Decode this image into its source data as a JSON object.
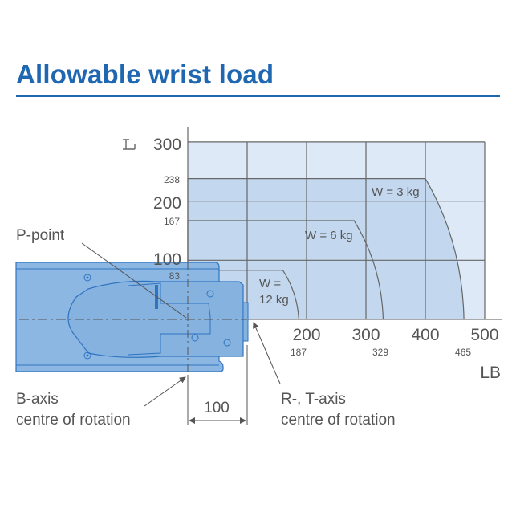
{
  "title": "Allowable wrist load",
  "axes": {
    "y_label": "LT",
    "x_label": "LB",
    "y_ticks": [
      "100",
      "200",
      "300"
    ],
    "x_ticks": [
      "200",
      "300",
      "400",
      "500"
    ],
    "y_limit_labels": [
      "83",
      "167",
      "238"
    ],
    "x_limit_labels": [
      "187",
      "329",
      "465"
    ]
  },
  "regions": [
    {
      "label": "W = 3 kg",
      "lt_max": 238,
      "lb_max": 465
    },
    {
      "label": "W = 6 kg",
      "lt_max": 167,
      "lb_max": 329
    },
    {
      "label_line1": "W =",
      "label_line2": "12 kg",
      "lt_max": 83,
      "lb_max": 187
    }
  ],
  "annotations": {
    "p_point": "P-point",
    "b_axis_line1": "B-axis",
    "b_axis_line2": "centre of rotation",
    "rt_axis_line1": "R-, T-axis",
    "rt_axis_line2": "centre of rotation",
    "dimension": "100"
  },
  "colors": {
    "title": "#1f67b1",
    "arm": "#8db7e3",
    "arm_edge": "#2f74c0",
    "grid_bg": "#dde9f6",
    "region": "#c3d8ee"
  }
}
